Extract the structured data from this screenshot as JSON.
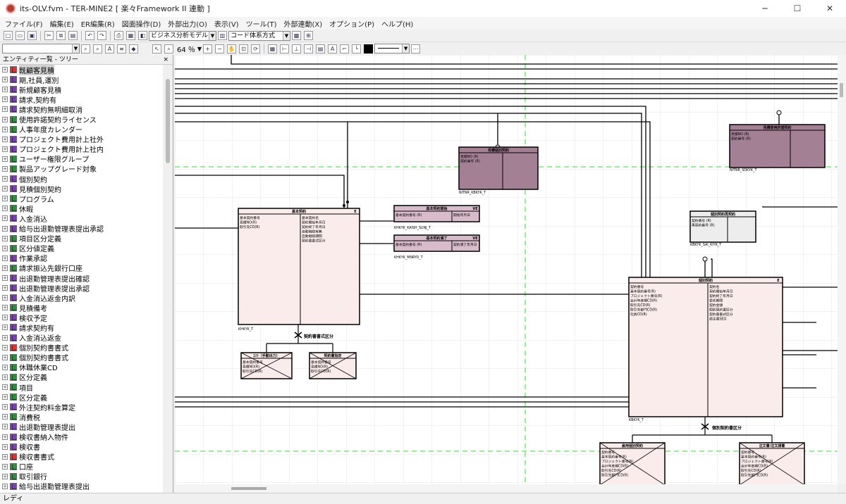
{
  "window": {
    "title": "its-OLV.fvm - TER-MINE2 [ 楽々Framework II 連動 ]",
    "controls": [
      "─",
      "☐",
      "✕"
    ]
  },
  "menu": [
    "ファイル(F)",
    "編集(E)",
    "ER編集(R)",
    "図面操作(D)",
    "外部出力(O)",
    "表示(V)",
    "ツール(T)",
    "外部連動(X)",
    "オプション(P)",
    "ヘルプ(H)"
  ],
  "toolbar": {
    "model_combo": "ビジネス分析モデル",
    "code_combo": "コード体系方式",
    "zoom": "64 ％"
  },
  "entity_panel": {
    "title": "エンティティ一覧 - ツリー",
    "close": "×",
    "items": [
      {
        "label": "既顧客見積",
        "color": "#d33",
        "selected": true
      },
      {
        "label": "期,社員,運別",
        "color": "#7b3fb0"
      },
      {
        "label": "新規顧客見積",
        "color": "#7b3fb0"
      },
      {
        "label": "請求,契約有",
        "color": "#7b3fb0"
      },
      {
        "label": "請求契約無明細取消",
        "color": "#7b3fb0"
      },
      {
        "label": "使用許諾契約ライセンス",
        "color": "#2f8f3f"
      },
      {
        "label": "人事年度カレンダー",
        "color": "#2f8f3f"
      },
      {
        "label": "プロジェクト費用計上社外",
        "color": "#7b3fb0"
      },
      {
        "label": "プロジェクト費用計上社内",
        "color": "#7b3fb0"
      },
      {
        "label": "ユーザー権限グループ",
        "color": "#2f8f3f"
      },
      {
        "label": "製品アップグレード対象",
        "color": "#2f8f3f"
      },
      {
        "label": "個別契約",
        "color": "#7b3fb0"
      },
      {
        "label": "見積個別契約",
        "color": "#7b3fb0"
      },
      {
        "label": "プログラム",
        "color": "#2f8f3f"
      },
      {
        "label": "休暇",
        "color": "#2f8f3f"
      },
      {
        "label": "入金消込",
        "color": "#7b3fb0"
      },
      {
        "label": "給与出退勤管理表提出承認",
        "color": "#7b3fb0"
      },
      {
        "label": "項目区分定義",
        "color": "#2f8f3f"
      },
      {
        "label": "区分値定義",
        "color": "#2f8f3f"
      },
      {
        "label": "作業承認",
        "color": "#7b3fb0"
      },
      {
        "label": "請求振込先銀行口座",
        "color": "#2f8f3f"
      },
      {
        "label": "出退勤管理表提出確認",
        "color": "#7b3fb0"
      },
      {
        "label": "出退勤管理表提出承認",
        "color": "#7b3fb0"
      },
      {
        "label": "入金消込返金内訳",
        "color": "#7b3fb0"
      },
      {
        "label": "見積備考",
        "color": "#2f8f3f"
      },
      {
        "label": "検収予定",
        "color": "#7b3fb0"
      },
      {
        "label": "請求契約有",
        "color": "#7b3fb0"
      },
      {
        "label": "入金消込返金",
        "color": "#7b3fb0"
      },
      {
        "label": "個別契約書書式",
        "color": "#d33"
      },
      {
        "label": "個別契約書書式",
        "color": "#2f8f3f"
      },
      {
        "label": "休職休業CD",
        "color": "#2f8f3f"
      },
      {
        "label": "区分定義",
        "color": "#2f8f3f"
      },
      {
        "label": "項目",
        "color": "#2f8f3f"
      },
      {
        "label": "区分定義",
        "color": "#2f8f3f"
      },
      {
        "label": "外注契約料金算定",
        "color": "#7b3fb0"
      },
      {
        "label": "消費税",
        "color": "#2f8f3f"
      },
      {
        "label": "出退勤管理表提出",
        "color": "#7b3fb0"
      },
      {
        "label": "検収書納入物件",
        "color": "#7b3fb0"
      },
      {
        "label": "検収書",
        "color": "#7b3fb0"
      },
      {
        "label": "検収書書式",
        "color": "#d33"
      },
      {
        "label": "口座",
        "color": "#2f8f3f"
      },
      {
        "label": "取引銀行",
        "color": "#2f8f3f"
      },
      {
        "label": "給与出退勤管理表提出",
        "color": "#7b3fb0"
      }
    ]
  },
  "diagram": {
    "entities": {
      "kihon": {
        "title": "基本契約",
        "flag": "E",
        "pk": [
          "基本契約番号",
          "見積NO(R)",
          "取引先CD(R)"
        ],
        "attrs": [
          "基本契約名",
          "契約開始年月日",
          "契約終了年月日",
          "自動継続有無",
          "自動継続期間",
          "契約書書式区分"
        ],
        "table": "KHKYK_T"
      },
      "kaishi": {
        "title": "基本契約開始",
        "flag": "VE",
        "pk": [
          "基本契約番号 (R)"
        ],
        "attrs": [
          "開始年月日"
        ],
        "table": "KHKYK_KAISH_SUNJ_T"
      },
      "manryo": {
        "title": "基本契約満了",
        "flag": "VE",
        "pk": [
          "基本契約番号 (R)"
        ],
        "attrs": [
          "契約満了年月日"
        ],
        "table": "KHKYK_MNRYO_T"
      },
      "nitnr": {
        "title": "見積個別契約",
        "flag": "",
        "pk": [
          "見積NO (R)",
          "契約番号 (R)"
        ],
        "attrs": [],
        "table": "NITNR_KBKYK_T"
      },
      "sdkyk": {
        "title": "見積使用許諾契約",
        "flag": "",
        "pk": [
          "見積NO (R)",
          "契約番号 (R)"
        ],
        "attrs": [],
        "table": "NITNR_SDKYK_T"
      },
      "saikyk": {
        "title": "個別契約再契約",
        "flag": "",
        "pk": [
          "契約番号 (R)",
          "再契約番号 (R)"
        ],
        "attrs": [],
        "table": "KBKYK_SAI_KIYK_T"
      },
      "kobetsu": {
        "title": "個別契約",
        "flag": "E",
        "pk": [
          "契約番号",
          "基本契約番号(R)",
          "プロジェクト番号(R)",
          "会計年度期CD(R)",
          "取引先CD(R)",
          "取引先部門CD(R)",
          "社員CD(R)"
        ],
        "attrs": [
          "契約名",
          "契約開始年月日",
          "契約終了年月日",
          "委託期間",
          "契約金額",
          "個別契約書区分",
          "契約書書式区分",
          "語注書SEQ"
        ],
        "table": "KBKYK_T"
      },
      "sub1": {
        "title": "ｴﾐﾘ（手動出力）",
        "pk": [
          "基本契約番号",
          "見積NO(R)",
          "取引先CD(R)"
        ]
      },
      "sub2": {
        "title": "契約書指定",
        "pk": [
          "基本契約番号",
          "見積NO(R)",
          "取引先CD(R)"
        ]
      },
      "sub3": {
        "title": "雇用個別契約",
        "pk": [
          "契約番号",
          "基本契約番号(R)",
          "プロジェクト番号(R)",
          "会計年度期CD(R)",
          "取引先CD(R)",
          "取引先部門CD(R)"
        ]
      },
      "sub4": {
        "title": "注文書/注文請書",
        "pk": [
          "契約番号",
          "基本契約番号(R)",
          "プロジェクト番号(R)",
          "会計年度期CD(R)",
          "取引先CD(R)",
          "取引先部門CD(R)"
        ]
      }
    },
    "categories": {
      "kihon": "契約書書式区分",
      "kobetsu": "個別契約書区分"
    }
  },
  "status": "レディ"
}
